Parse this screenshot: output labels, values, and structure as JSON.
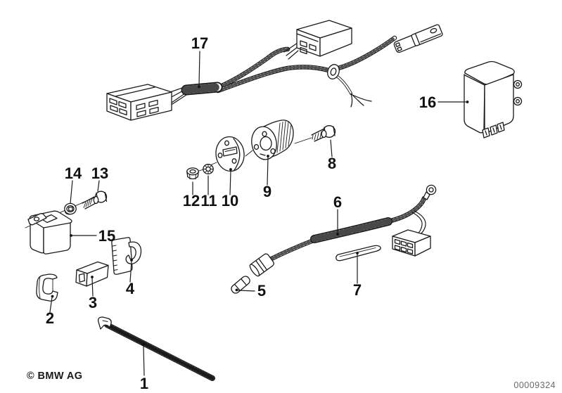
{
  "figure": {
    "copyright": "© BMW AG",
    "image_number": "00009324"
  },
  "callouts": {
    "c1": "1",
    "c2": "2",
    "c3": "3",
    "c4": "4",
    "c5": "5",
    "c6": "6",
    "c7": "7",
    "c8": "8",
    "c9": "9",
    "c10": "10",
    "c11": "11",
    "c12": "12",
    "c13": "13",
    "c14": "14",
    "c15": "15",
    "c16": "16",
    "c17": "17"
  }
}
